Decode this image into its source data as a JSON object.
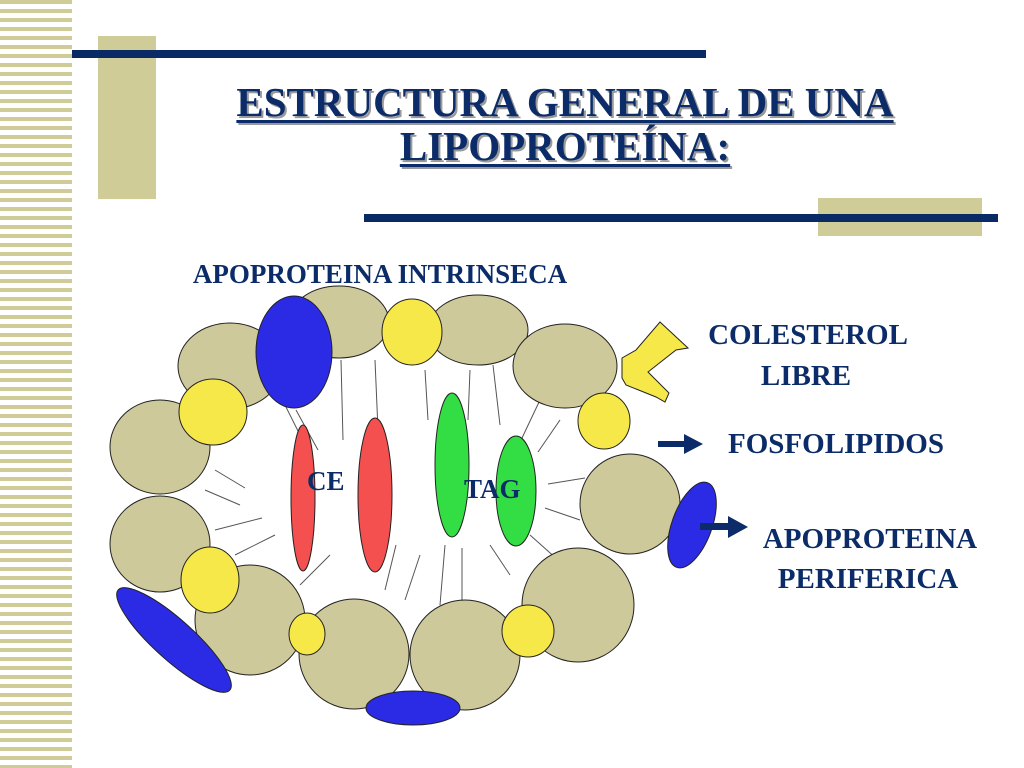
{
  "title": {
    "line1": "ESTRUCTURA GENERAL DE UNA",
    "line2": "LIPOPROTEÍNA:"
  },
  "labels": {
    "apoproteina_intrinseca": "APOPROTEINA INTRINSECA",
    "colesterol_line1": "COLESTEROL",
    "colesterol_line2": "LIBRE",
    "fosfolipidos": "FOSFOLIPIDOS",
    "apoproteina_periferica_line1": "APOPROTEINA",
    "apoproteina_periferica_line2": "PERIFERICA",
    "ce": "CE",
    "tag": "TAG"
  },
  "colors": {
    "navy": "#0b2c68",
    "khaki": "#cfcc97",
    "phospholipid": "#cdc99a",
    "cholesterol": "#f7e84a",
    "apoprotein": "#2b2be6",
    "cholesteryl_ester": "#f4504f",
    "triacylglycerol": "#33dd44",
    "arrow_yellow": "#f7e84a"
  }
}
